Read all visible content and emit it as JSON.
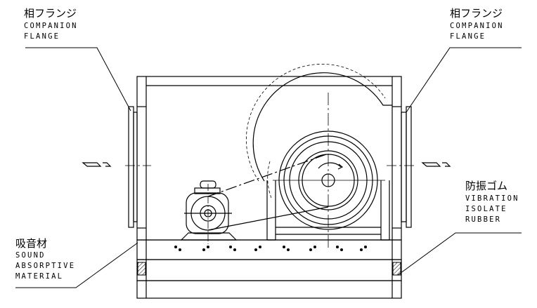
{
  "labels": {
    "flange_left": {
      "jp": "相フランジ",
      "en1": "COMPANION",
      "en2": "FLANGE"
    },
    "flange_right": {
      "jp": "相フランジ",
      "en1": "COMPANION",
      "en2": "FLANGE"
    },
    "rubber": {
      "jp": "防振ゴム",
      "en1": "VIBRATION",
      "en2": "ISOLATE",
      "en3": "RUBBER"
    },
    "absorptive": {
      "jp": "吸音材",
      "en1": "SOUND",
      "en2": "ABSORPTIVE",
      "en3": "MATERIAL"
    }
  },
  "colors": {
    "line": "#000000",
    "background": "#ffffff"
  }
}
